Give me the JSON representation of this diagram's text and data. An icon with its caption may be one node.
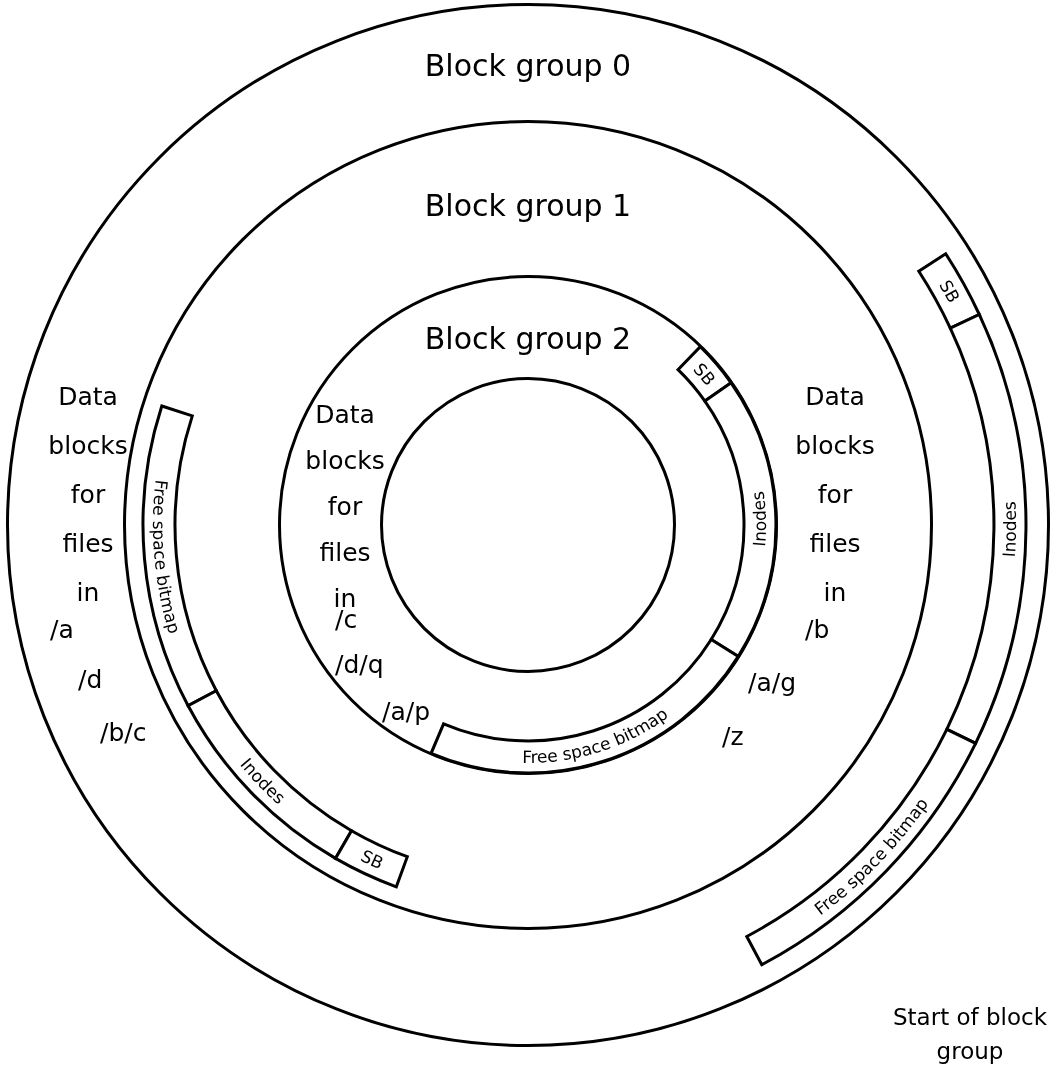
{
  "diagram": {
    "nodes": [
      {
        "text": [
          "Block group 0"
        ]
      },
      {
        "text": [
          "Block group 1"
        ],
        "in": 0
      },
      {
        "text": [
          "Block group 2"
        ],
        "in": 1
      },
      {
        "text": [],
        "shape": "circle",
        "in": 2
      },
      {
        "text": [
          "SB"
        ],
        "in": 0
      },
      {
        "text": [
          "Inodes"
        ],
        "in": 0
      },
      {
        "text": [
          "Free space bitmap"
        ],
        "in": 0
      },
      {
        "text": [
          "Free space bitmap"
        ],
        "in": 1
      },
      {
        "text": [
          "Inodes"
        ],
        "in": 1
      },
      {
        "text": [
          "SB"
        ],
        "in": 1
      },
      {
        "text": [
          "SB"
        ],
        "in": 2
      },
      {
        "text": [
          "Inodes"
        ],
        "in": 2
      },
      {
        "text": [
          "Free space bitmap"
        ],
        "in": 2
      }
    ],
    "labels": [
      "Data blocks for files in",
      "/a",
      "/d",
      "/b/c",
      "Data blocks for files in",
      "/c",
      "/d/q",
      "/a/p",
      "Data blocks for files in",
      "/b",
      "/a/g",
      "/z",
      "Start of block group"
    ]
  }
}
